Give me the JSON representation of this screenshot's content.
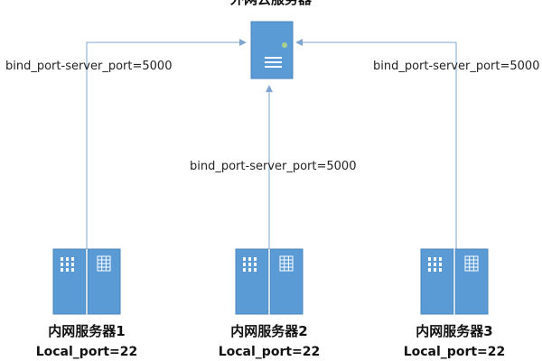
{
  "colors": {
    "server_fill": "#5B9BD5",
    "server_stroke": "#4A86BE",
    "server_detail": "#FFFFFF",
    "led": "#A9D18E",
    "connector": "#7FA6CF"
  },
  "cloud_server": {
    "title": "外网云服务器",
    "icon": "server-tower-icon"
  },
  "edges": [
    {
      "label": "bind_port-server_port=5000"
    },
    {
      "label": "bind_port-server_port=5000"
    },
    {
      "label": "bind_port-server_port=5000"
    }
  ],
  "internal_servers": [
    {
      "name": "内网服务器1",
      "local_port": "Local_port=22",
      "icon": "server-rack-icon"
    },
    {
      "name": "内网服务器2",
      "local_port": "Local_port=22",
      "icon": "server-rack-icon"
    },
    {
      "name": "内网服务器3",
      "local_port": "Local_port=22",
      "icon": "server-rack-icon"
    }
  ]
}
